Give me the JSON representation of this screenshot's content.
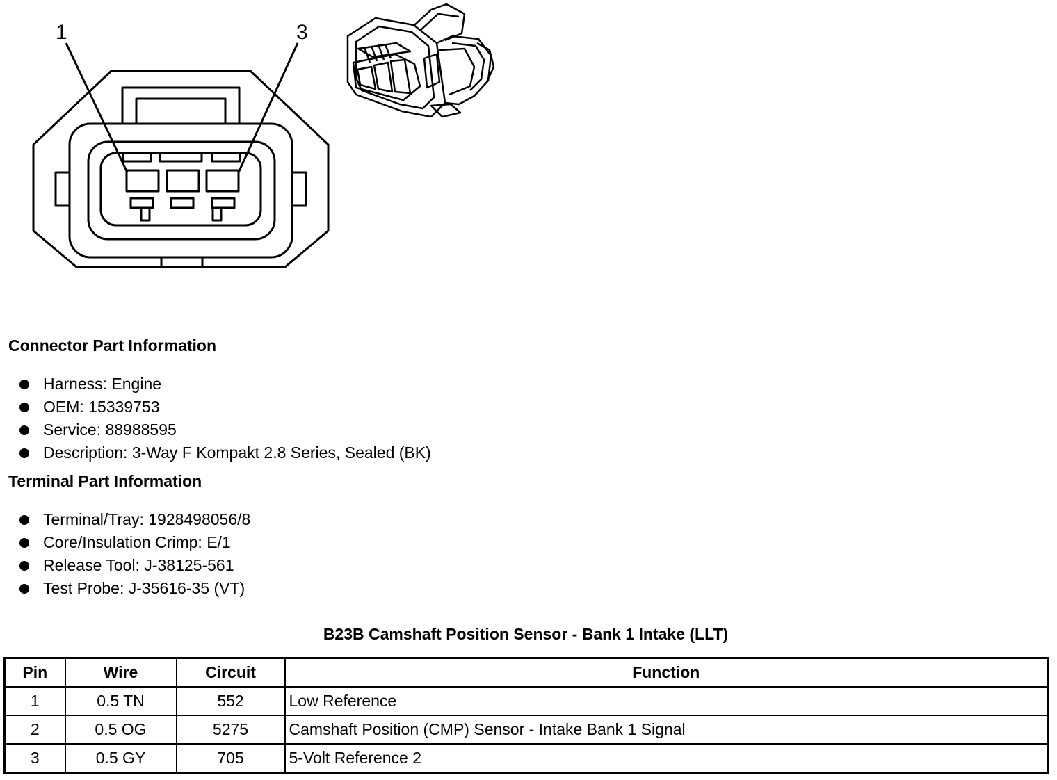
{
  "diagram": {
    "pin_labels": [
      "1",
      "3"
    ]
  },
  "connector_info": {
    "title": "Connector Part Information",
    "items": [
      "Harness: Engine",
      "OEM: 15339753",
      "Service: 88988595",
      "Description: 3-Way F Kompakt 2.8 Series, Sealed (BK)"
    ]
  },
  "terminal_info": {
    "title": "Terminal Part Information",
    "items": [
      "Terminal/Tray: 1928498056/8",
      "Core/Insulation Crimp: E/1",
      "Release Tool: J-38125-561",
      "Test Probe: J-35616-35 (VT)"
    ]
  },
  "pin_table": {
    "title": "B23B Camshaft Position Sensor - Bank 1 Intake (LLT)",
    "headers": [
      "Pin",
      "Wire",
      "Circuit",
      "Function"
    ],
    "rows": [
      [
        "1",
        "0.5 TN",
        "552",
        "Low Reference"
      ],
      [
        "2",
        "0.5 OG",
        "5275",
        "Camshaft Position (CMP) Sensor - Intake Bank 1 Signal"
      ],
      [
        "3",
        "0.5 GY",
        "705",
        "5-Volt Reference 2"
      ]
    ]
  }
}
